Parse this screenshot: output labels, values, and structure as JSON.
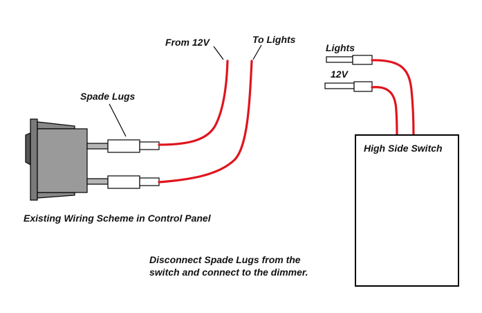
{
  "diagram": {
    "labels": {
      "from_12v": "From 12V",
      "to_lights": "To Lights",
      "spade_lugs": "Spade Lugs",
      "existing_wiring": "Existing Wiring Scheme in Control Panel",
      "lights": "Lights",
      "twelve_v": "12V",
      "high_side_switch": "High Side Switch",
      "instruction_line1": "Disconnect Spade Lugs from the",
      "instruction_line2": "switch and connect to the dimmer."
    },
    "colors": {
      "wire": "#e0141e",
      "switch_body": "#9a9a9a",
      "switch_dark": "#555555",
      "outline": "#000000",
      "background": "#ffffff"
    }
  }
}
